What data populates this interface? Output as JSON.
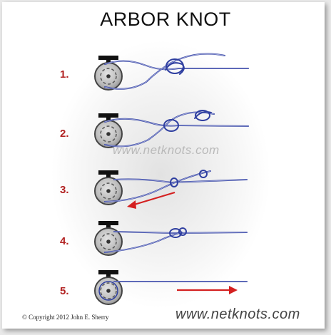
{
  "title": "ARBOR KNOT",
  "steps": [
    {
      "label": "1."
    },
    {
      "label": "2."
    },
    {
      "label": "3."
    },
    {
      "label": "4."
    },
    {
      "label": "5."
    }
  ],
  "watermark": "www.netknots.com",
  "footer": {
    "copyright": "© Copyright  2012  John E. Sherry",
    "brand": "www.netknots.com"
  },
  "colors": {
    "line": "#2f3fa0",
    "line_pale": "#aab0e0",
    "arrow": "#d42020",
    "step_number": "#b22222",
    "reel": "#b8b8b8"
  }
}
